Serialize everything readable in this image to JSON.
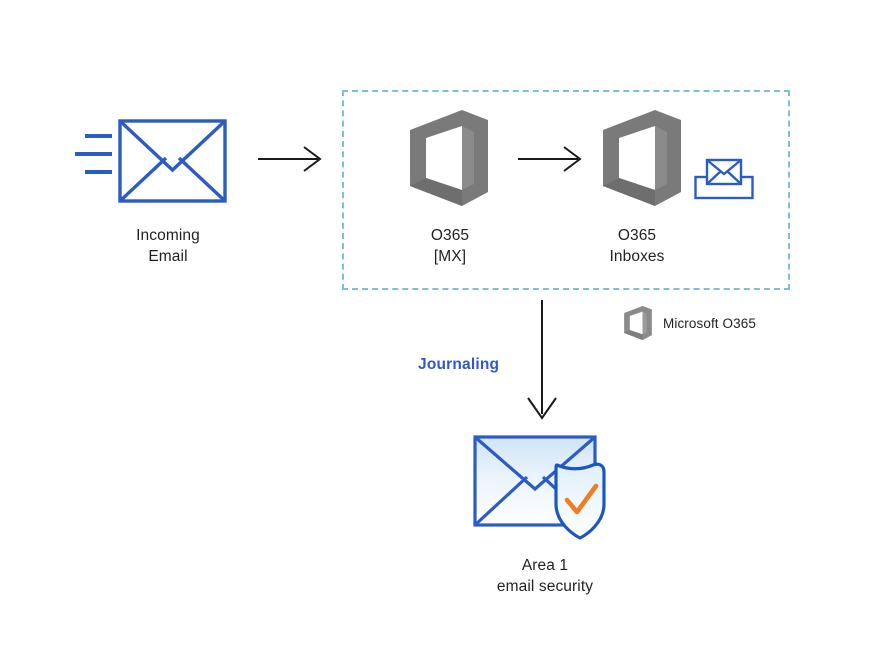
{
  "diagram": {
    "title": "Microsoft O365 email journaling to Area 1 email security",
    "colors": {
      "envelope_blue": "#2b5cc5",
      "dashed_border": "#7cc0d8",
      "o365_grey": "#7a7a7a",
      "journaling_blue": "#3257c8",
      "arrow_black": "#1a1a1a",
      "shield_check_orange": "#f07d22",
      "envelope_fill_light": "#dceaf7",
      "text": "#231f20"
    }
  },
  "nodes": {
    "incoming_email": {
      "icon": "envelope-with-motion-lines-icon",
      "caption_line1": "Incoming",
      "caption_line2": "Email"
    },
    "o365_mx": {
      "icon": "microsoft-o365-box-icon",
      "caption_line1": "O365",
      "caption_line2": "[MX]"
    },
    "o365_inboxes": {
      "icon": "microsoft-o365-box-icon",
      "caption_line1": "O365",
      "caption_line2": "Inboxes"
    },
    "inbox_envelope": {
      "icon": "envelope-in-tray-icon"
    },
    "area1": {
      "icon": "envelope-with-shield-check-icon",
      "caption_line1": "Area 1",
      "caption_line2": "email security"
    }
  },
  "labels": {
    "journaling": "Journaling"
  },
  "legend": {
    "icon": "microsoft-o365-box-icon",
    "label": "Microsoft O365"
  },
  "arrows": {
    "incoming_to_mx": "arrow-right-icon",
    "mx_to_inbox": "arrow-right-icon",
    "journaling_down": "arrow-down-icon"
  },
  "boundary": {
    "name": "o365-environment-boundary",
    "style": "dashed"
  }
}
